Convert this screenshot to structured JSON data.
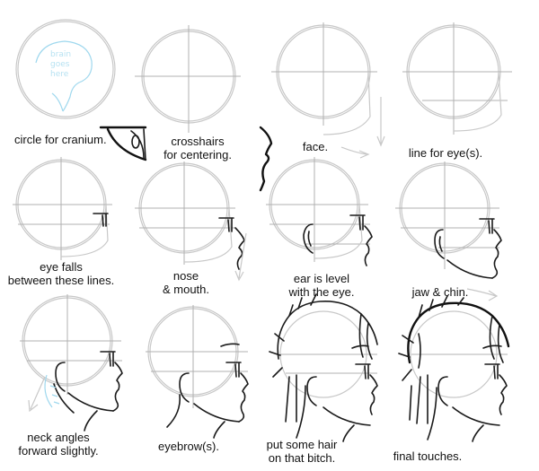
{
  "steps": [
    {
      "caption": "circle for cranium."
    },
    {
      "caption": "crosshairs\nfor centering."
    },
    {
      "caption": "face."
    },
    {
      "caption": "line for eye(s)."
    },
    {
      "caption": "eye falls\nbetween these lines."
    },
    {
      "caption": "nose\n& mouth."
    },
    {
      "caption": "ear is level\nwith the eye."
    },
    {
      "caption": "jaw & chin."
    },
    {
      "caption": "neck angles\nforward slightly."
    },
    {
      "caption": "eyebrow(s)."
    },
    {
      "caption": "put some hair\non that bitch."
    },
    {
      "caption": "final touches."
    }
  ],
  "brain_note": [
    "brain",
    "goes",
    "here"
  ]
}
